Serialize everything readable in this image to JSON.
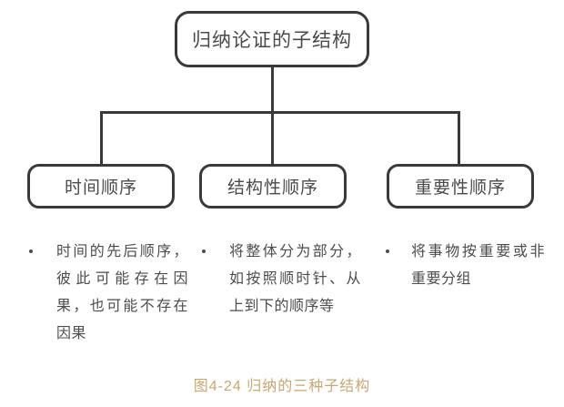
{
  "figure": {
    "root": {
      "label": "归纳论证的子结构"
    },
    "children": [
      {
        "label": "时间顺序",
        "bullet": "时间的先后顺序，彼此可能存在因果，也可能不存在因果"
      },
      {
        "label": "结构性顺序",
        "bullet": "将整体分为部分，如按照顺时针、从上到下的顺序等"
      },
      {
        "label": "重要性顺序",
        "bullet": "将事物按重要或非重要分组"
      }
    ],
    "caption": "图4-24 归纳的三种子结构",
    "colors": {
      "box_border": "#3a3a38",
      "box_text": "#4a4a4a",
      "connector": "#3a3a38",
      "bullet_text": "#4d4d4d",
      "caption": "#c9a86c",
      "background": "#ffffff"
    }
  }
}
